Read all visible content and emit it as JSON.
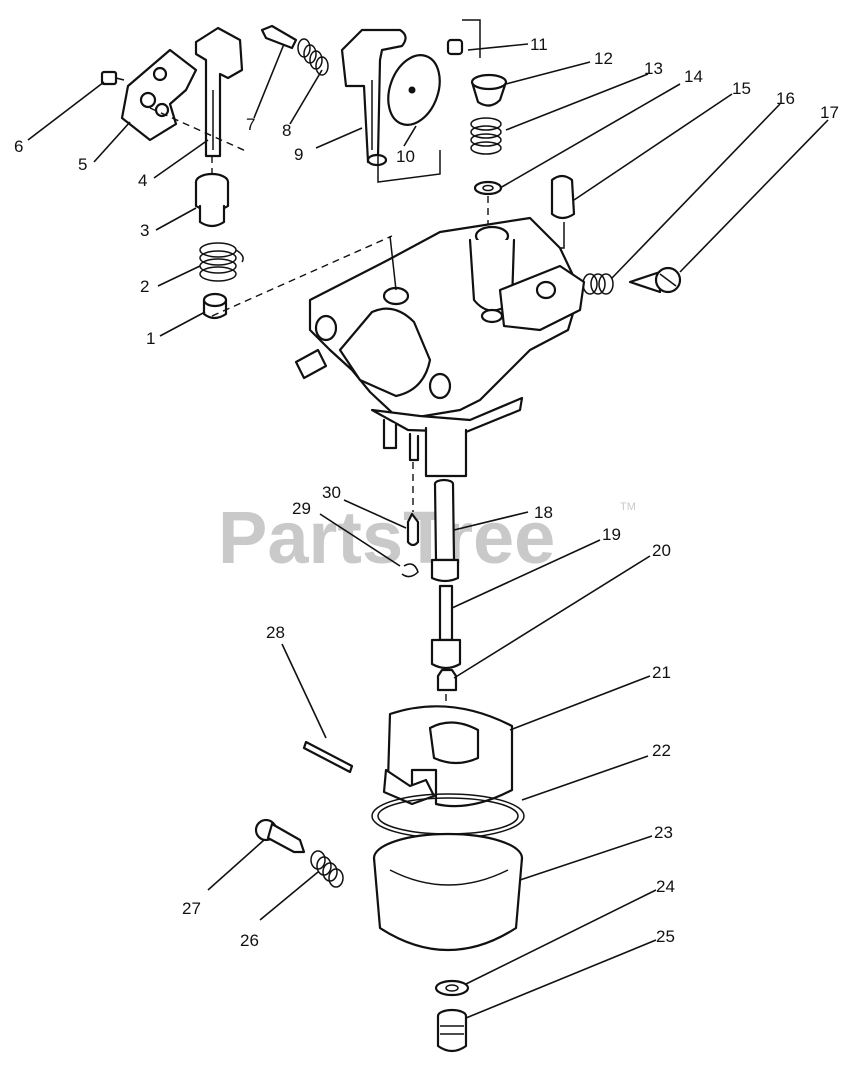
{
  "watermark": {
    "text": "PartsTree",
    "tm": "TM",
    "color": "#c9c9c9"
  },
  "callouts": {
    "c1": "1",
    "c2": "2",
    "c3": "3",
    "c4": "4",
    "c5": "5",
    "c6": "6",
    "c7": "7",
    "c8": "8",
    "c9": "9",
    "c10": "10",
    "c11": "11",
    "c12": "12",
    "c13": "13",
    "c14": "14",
    "c15": "15",
    "c16": "16",
    "c17": "17",
    "c18": "18",
    "c19": "19",
    "c20": "20",
    "c21": "21",
    "c22": "22",
    "c23": "23",
    "c24": "24",
    "c25": "25",
    "c26": "26",
    "c27": "27",
    "c28": "28",
    "c29": "29",
    "c30": "30"
  },
  "colors": {
    "ink": "#111111",
    "background": "#ffffff"
  }
}
